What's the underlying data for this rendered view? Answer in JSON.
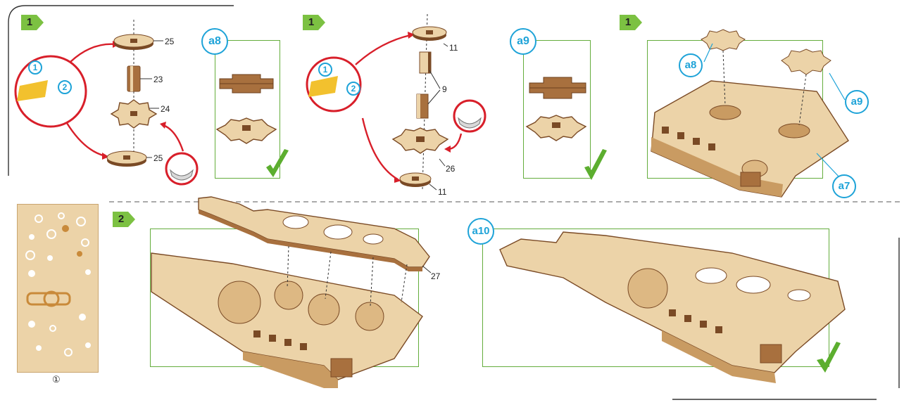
{
  "steps": {
    "s1a": "1",
    "s1b": "1",
    "s1c": "1",
    "s2": "2"
  },
  "tool_steps": {
    "glue_a": "1",
    "brush_a": "2",
    "glue_b": "1",
    "brush_b": "2"
  },
  "callouts": {
    "a8_detail": "a8",
    "a9_detail": "a9",
    "a8_assembly": "a8",
    "a9_assembly": "a9",
    "a7_assembly": "a7",
    "a10_final": "a10"
  },
  "parts": {
    "p25_top": "25",
    "p23": "23",
    "p24": "24",
    "p25_bottom": "25",
    "p11_top": "11",
    "p9": "9",
    "p26": "26",
    "p11_bottom": "11",
    "p27": "27"
  },
  "sheet": {
    "label": "①"
  },
  "colors": {
    "wood_light": "#ecd3a8",
    "wood_edge": "#7a4a25",
    "accent_red": "#d81f2a",
    "callout_blue": "#1ea3d8",
    "frame_green": "#64ad3c",
    "check_green": "#5cae2f",
    "step_green": "#7cc142"
  },
  "icons": {
    "step_badge": "green-arrow-flag",
    "tool_glue": "glue-tube",
    "tool_brush": "glue-brush-cup",
    "confirm": "check-mark"
  }
}
